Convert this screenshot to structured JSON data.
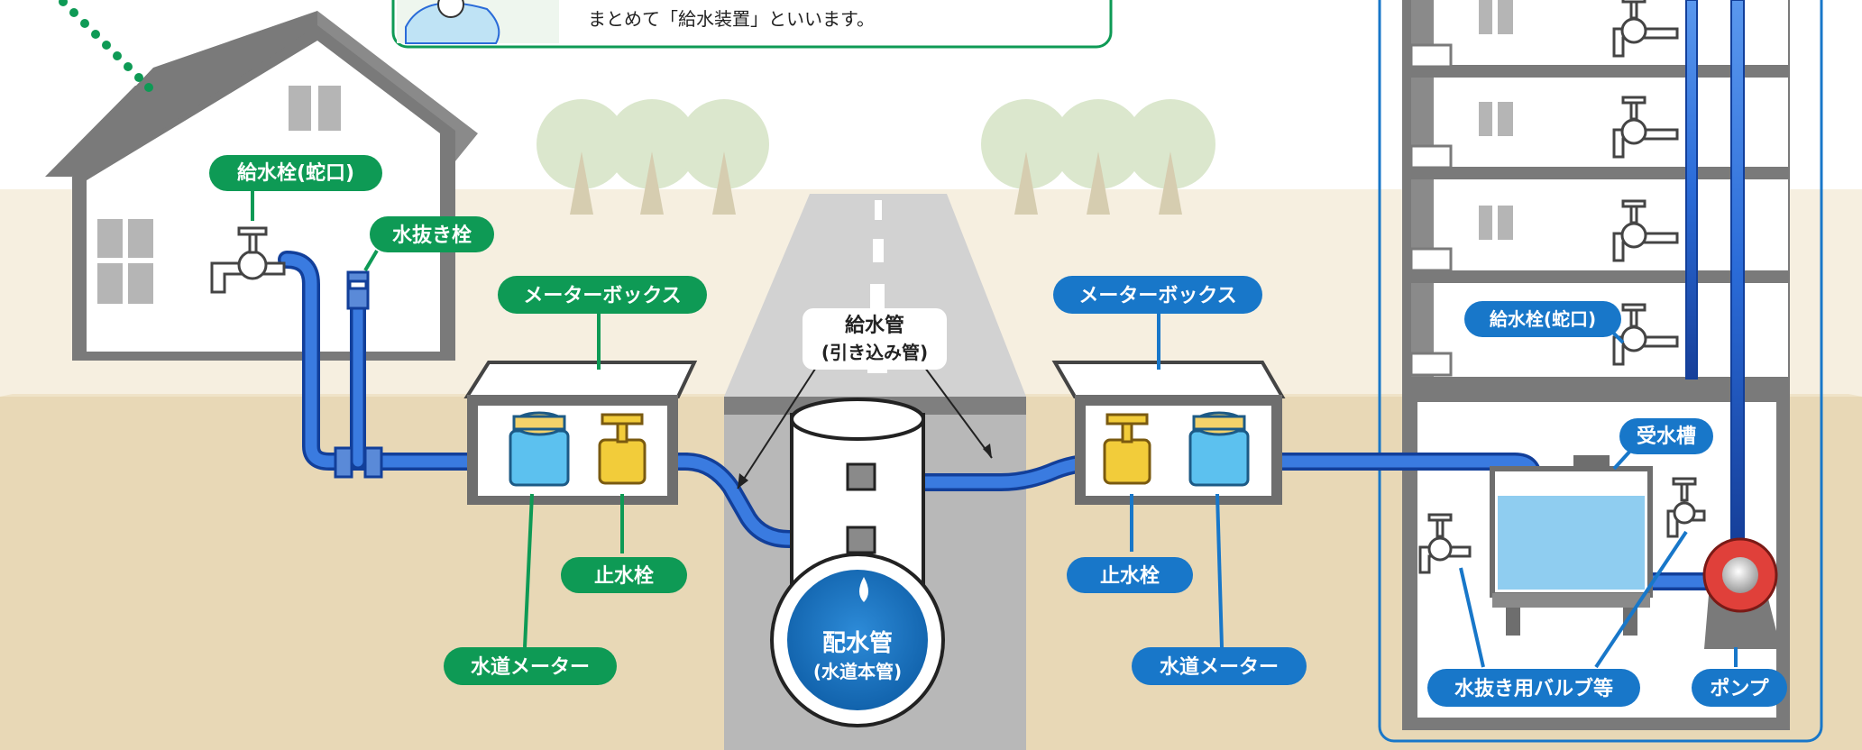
{
  "callout": {
    "text": "まとめて「給水装置」といいます。"
  },
  "labels": {
    "house_faucet": "給水栓(蛇口)",
    "drain_valve": "水抜き栓",
    "meter_box_left": "メーターボックス",
    "meter_box_right": "メーターボックス",
    "service_pipe_line1": "給水管",
    "service_pipe_line2": "(引き込み管)",
    "stop_valve_left": "止水栓",
    "stop_valve_right": "止水栓",
    "water_meter_left": "水道メーター",
    "water_meter_right": "水道メーター",
    "distribution_main_line1": "配水管",
    "distribution_main_line2": "(水道本管)",
    "building_faucet": "給水栓(蛇口)",
    "receiving_tank": "受水槽",
    "drain_valves": "水抜き用バルブ等",
    "pump": "ポンプ"
  },
  "colors": {
    "green": "#0e9a55",
    "blue": "#1877c9",
    "pipe": "#2a6bd8",
    "pipe_dark": "#123f9a",
    "ground": "#e9d9b8",
    "ground_top": "#f5eedf",
    "road": "#b9b9b9",
    "house": "#ffffff",
    "house_roof": "#7c7c7c",
    "meter": "#5cc1ef",
    "valve": "#f2cc3a",
    "tree": "#d9e6cc"
  }
}
